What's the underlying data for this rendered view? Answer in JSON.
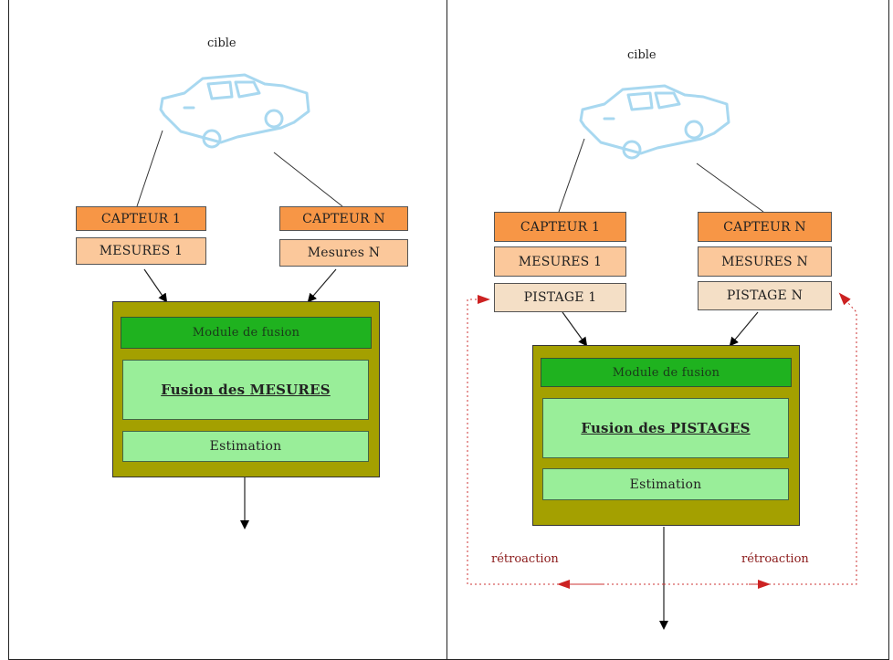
{
  "left": {
    "cible": "cible",
    "capteur_1": "CAPTEUR 1",
    "capteur_n": "CAPTEUR N",
    "mesures_1": "MESURES 1",
    "mesures_n": "Mesures N",
    "module_title": "Module de fusion",
    "fusion": "Fusion des MESURES",
    "estimation": "Estimation"
  },
  "right": {
    "cible": "cible",
    "capteur_1": "CAPTEUR 1",
    "capteur_n": "CAPTEUR N",
    "mesures_1": "MESURES 1",
    "mesures_n": "MESURES N",
    "pistage_1": "PISTAGE 1",
    "pistage_n": "PISTAGE N",
    "module_title": "Module de fusion",
    "fusion": "Fusion des PISTAGES",
    "estimation": "Estimation",
    "retroaction_left": "rétroaction",
    "retroaction_right": "rétroaction"
  },
  "colors": {
    "capteur": "#f79646",
    "mesures": "#fbc89b",
    "pistage": "#f4dfc6",
    "module": "#a4a000",
    "module_header": "#1fb21f",
    "module_body": "#99ee99",
    "feedback": "#cc2222",
    "car": "#a8d8f0"
  },
  "icons": {
    "target": "car-icon"
  }
}
